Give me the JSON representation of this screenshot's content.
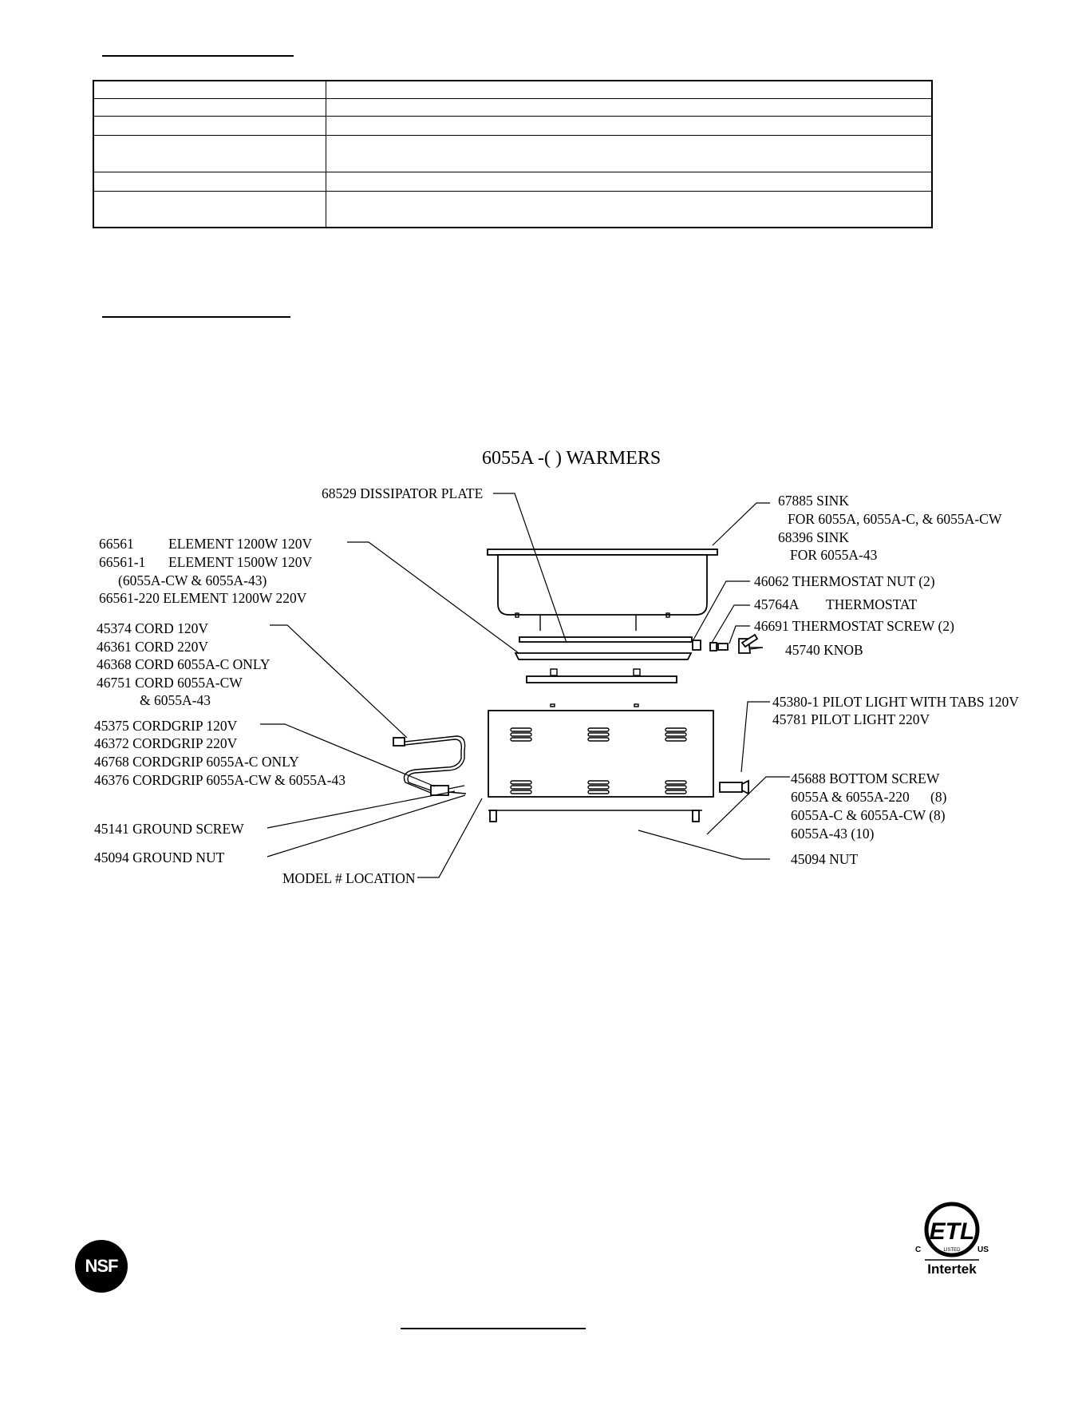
{
  "diagram": {
    "title": "6055A -( ) WARMERS",
    "labels": {
      "dissipator": "68529 DISSIPATOR PLATE",
      "sink_1": "67885 SINK",
      "sink_2": "FOR 6055A,  6055A-C, & 6055A-CW",
      "sink_3": "68396 SINK",
      "sink_4": "FOR 6055A-43",
      "element_1a": "66561",
      "element_1b": "ELEMENT 1200W 120V",
      "element_2a": "66561-1",
      "element_2b": "ELEMENT 1500W 120V",
      "element_3": "(6055A-CW & 6055A-43)",
      "element_4": "66561-220 ELEMENT 1200W 220V",
      "thermostat_nut": "46062 THERMOSTAT NUT (2)",
      "thermostat_a": "45764A",
      "thermostat_b": "THERMOSTAT",
      "thermostat_screw": "46691  THERMOSTAT SCREW (2)",
      "knob": "45740 KNOB",
      "cord_1": "45374 CORD 120V",
      "cord_2": "46361  CORD 220V",
      "cord_3": "46368 CORD 6055A-C ONLY",
      "cord_4": "46751  CORD 6055A-CW",
      "cord_5": "& 6055A-43",
      "cordgrip_1": "45375 CORDGRIP 120V",
      "cordgrip_2": "46372 CORDGRIP 220V",
      "cordgrip_3": "46768 CORDGRIP 6055A-C ONLY",
      "cordgrip_4": "46376 CORDGRIP 6055A-CW & 6055A-43",
      "pilot_1": "45380-1 PILOT LIGHT WITH TABS 120V",
      "pilot_2": "45781  PILOT LIGHT 220V",
      "bottom_1": "45688 BOTTOM SCREW",
      "bottom_2": "6055A & 6055A-220",
      "bottom_2n": "(8)",
      "bottom_3": "6055A-C & 6055A-CW (8)",
      "bottom_4": "6055A-43  (10)",
      "ground_screw": "45141  GROUND SCREW",
      "ground_nut": "45094 GROUND NUT",
      "nut": "45094 NUT",
      "model_location": "MODEL # LOCATION"
    }
  },
  "logos": {
    "nsf": "NSF",
    "etl_mark": "ETL",
    "etl_c": "C",
    "etl_us": "US",
    "etl_listed": "LISTED",
    "etl_company": "Intertek"
  }
}
